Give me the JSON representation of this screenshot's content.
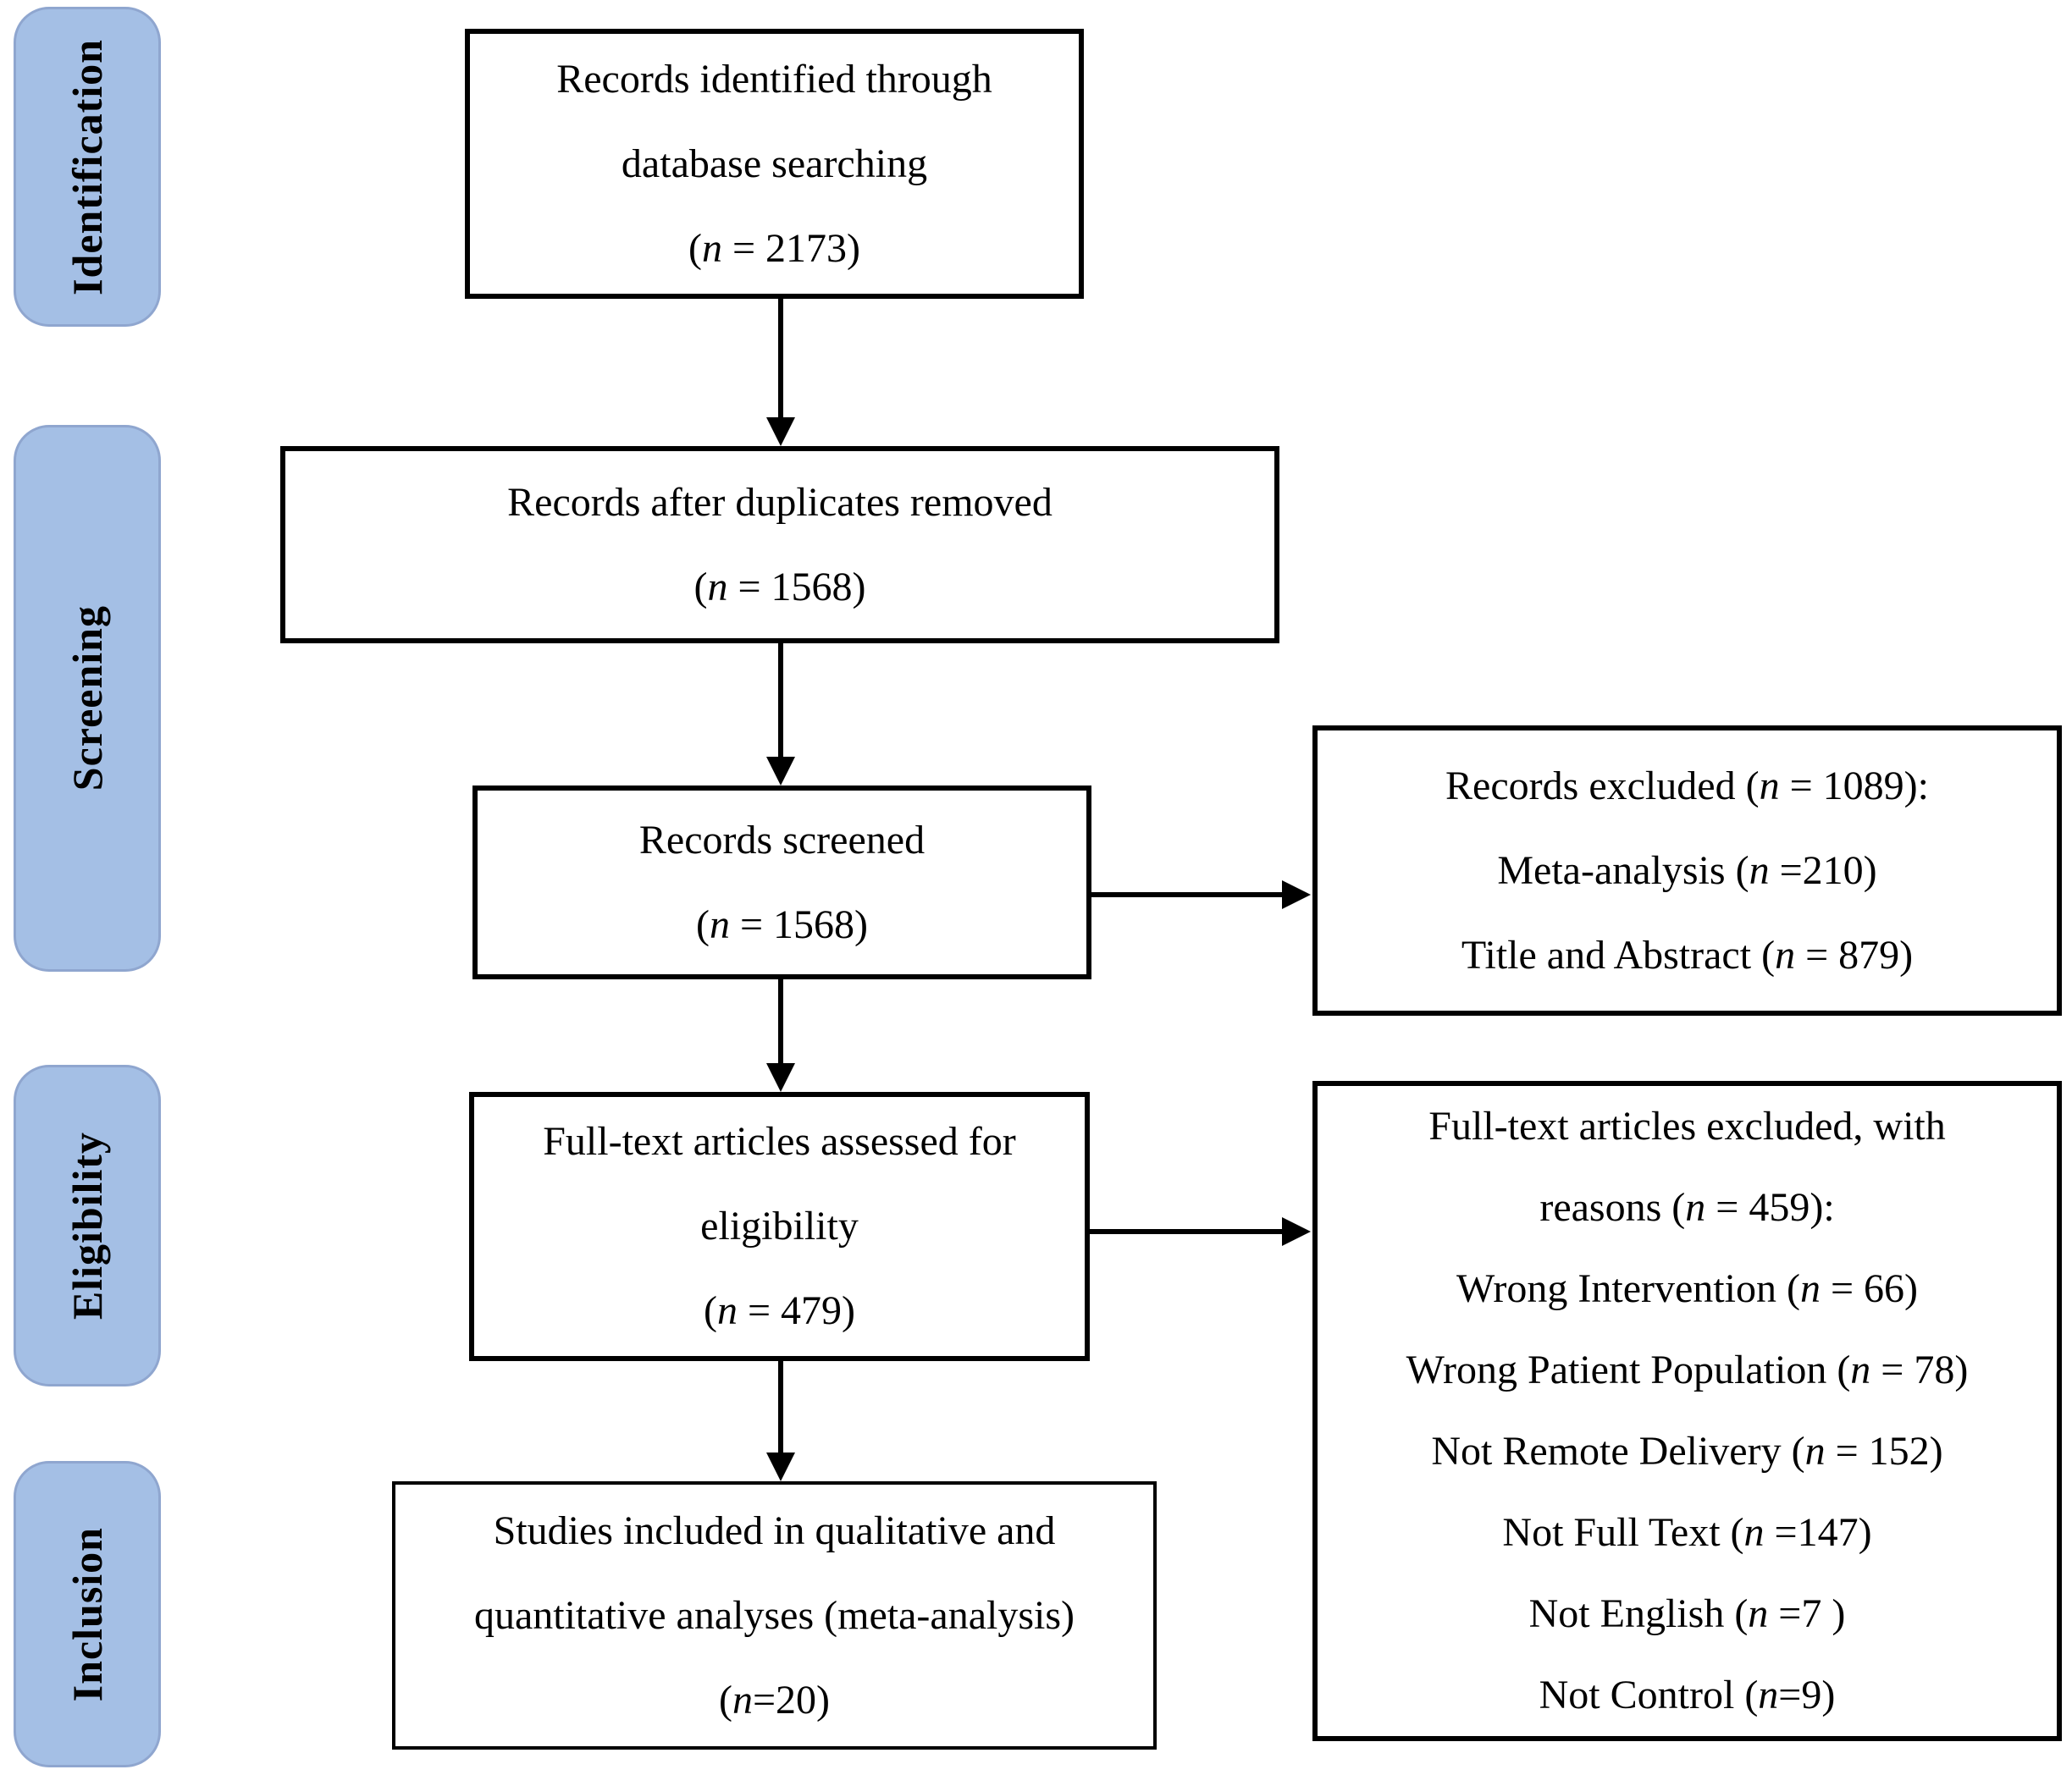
{
  "stages": [
    {
      "label": "Identification"
    },
    {
      "label": "Screening"
    },
    {
      "label": "Eligibility"
    },
    {
      "label": "Inclusion"
    }
  ],
  "flow_boxes": {
    "identified": {
      "lines": [
        "Records identified through",
        "database searching",
        "(n = 2173)"
      ]
    },
    "duplicates_removed": {
      "lines": [
        "Records after duplicates removed",
        "(n = 1568)"
      ]
    },
    "screened": {
      "lines": [
        "Records screened",
        "(n = 1568)"
      ]
    },
    "fulltext_assessed": {
      "lines": [
        "Full-text articles assessed for",
        "eligibility",
        "(n = 479)"
      ]
    },
    "included": {
      "lines": [
        "Studies included in qualitative and",
        "quantitative analyses (meta-analysis)",
        "(n=20)"
      ]
    }
  },
  "exclusion_boxes": {
    "records_excluded": {
      "lines": [
        "Records excluded (n = 1089):",
        "Meta-analysis (n =210)",
        "Title and Abstract (n = 879)"
      ]
    },
    "fulltext_excluded": {
      "lines": [
        "Full-text articles excluded, with",
        "reasons (n = 459):",
        "Wrong Intervention (n = 66)",
        "Wrong Patient Population (n = 78)",
        "Not Remote Delivery (n = 152)",
        "Not Full Text (n =147)",
        "Not English (n =7 )",
        "Not Control (n=9)"
      ]
    }
  },
  "colors": {
    "stage_fill": "#a4bfe5",
    "stage_border": "#8fa6cf",
    "box_border": "#000000",
    "text": "#000000",
    "background": "#ffffff"
  }
}
